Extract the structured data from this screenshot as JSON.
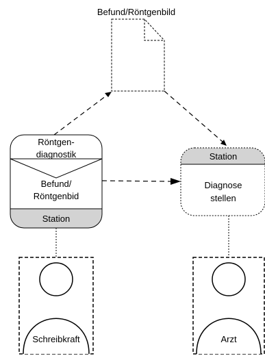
{
  "document": {
    "label": "Befund/Röntgenbild"
  },
  "process_left": {
    "title_line1": "Röntgen-",
    "title_line2": "diagnostik",
    "content_line1": "Befund/",
    "content_line2": "Röntgenbid",
    "footer": "Station"
  },
  "process_right": {
    "header": "Station",
    "content_line1": "Diagnose",
    "content_line2": "stellen"
  },
  "actors": [
    {
      "label": "Schreibkraft"
    },
    {
      "label": "Arzt"
    }
  ],
  "colors": {
    "band": "#d3d3d3",
    "line": "#000000",
    "background": "#ffffff"
  }
}
